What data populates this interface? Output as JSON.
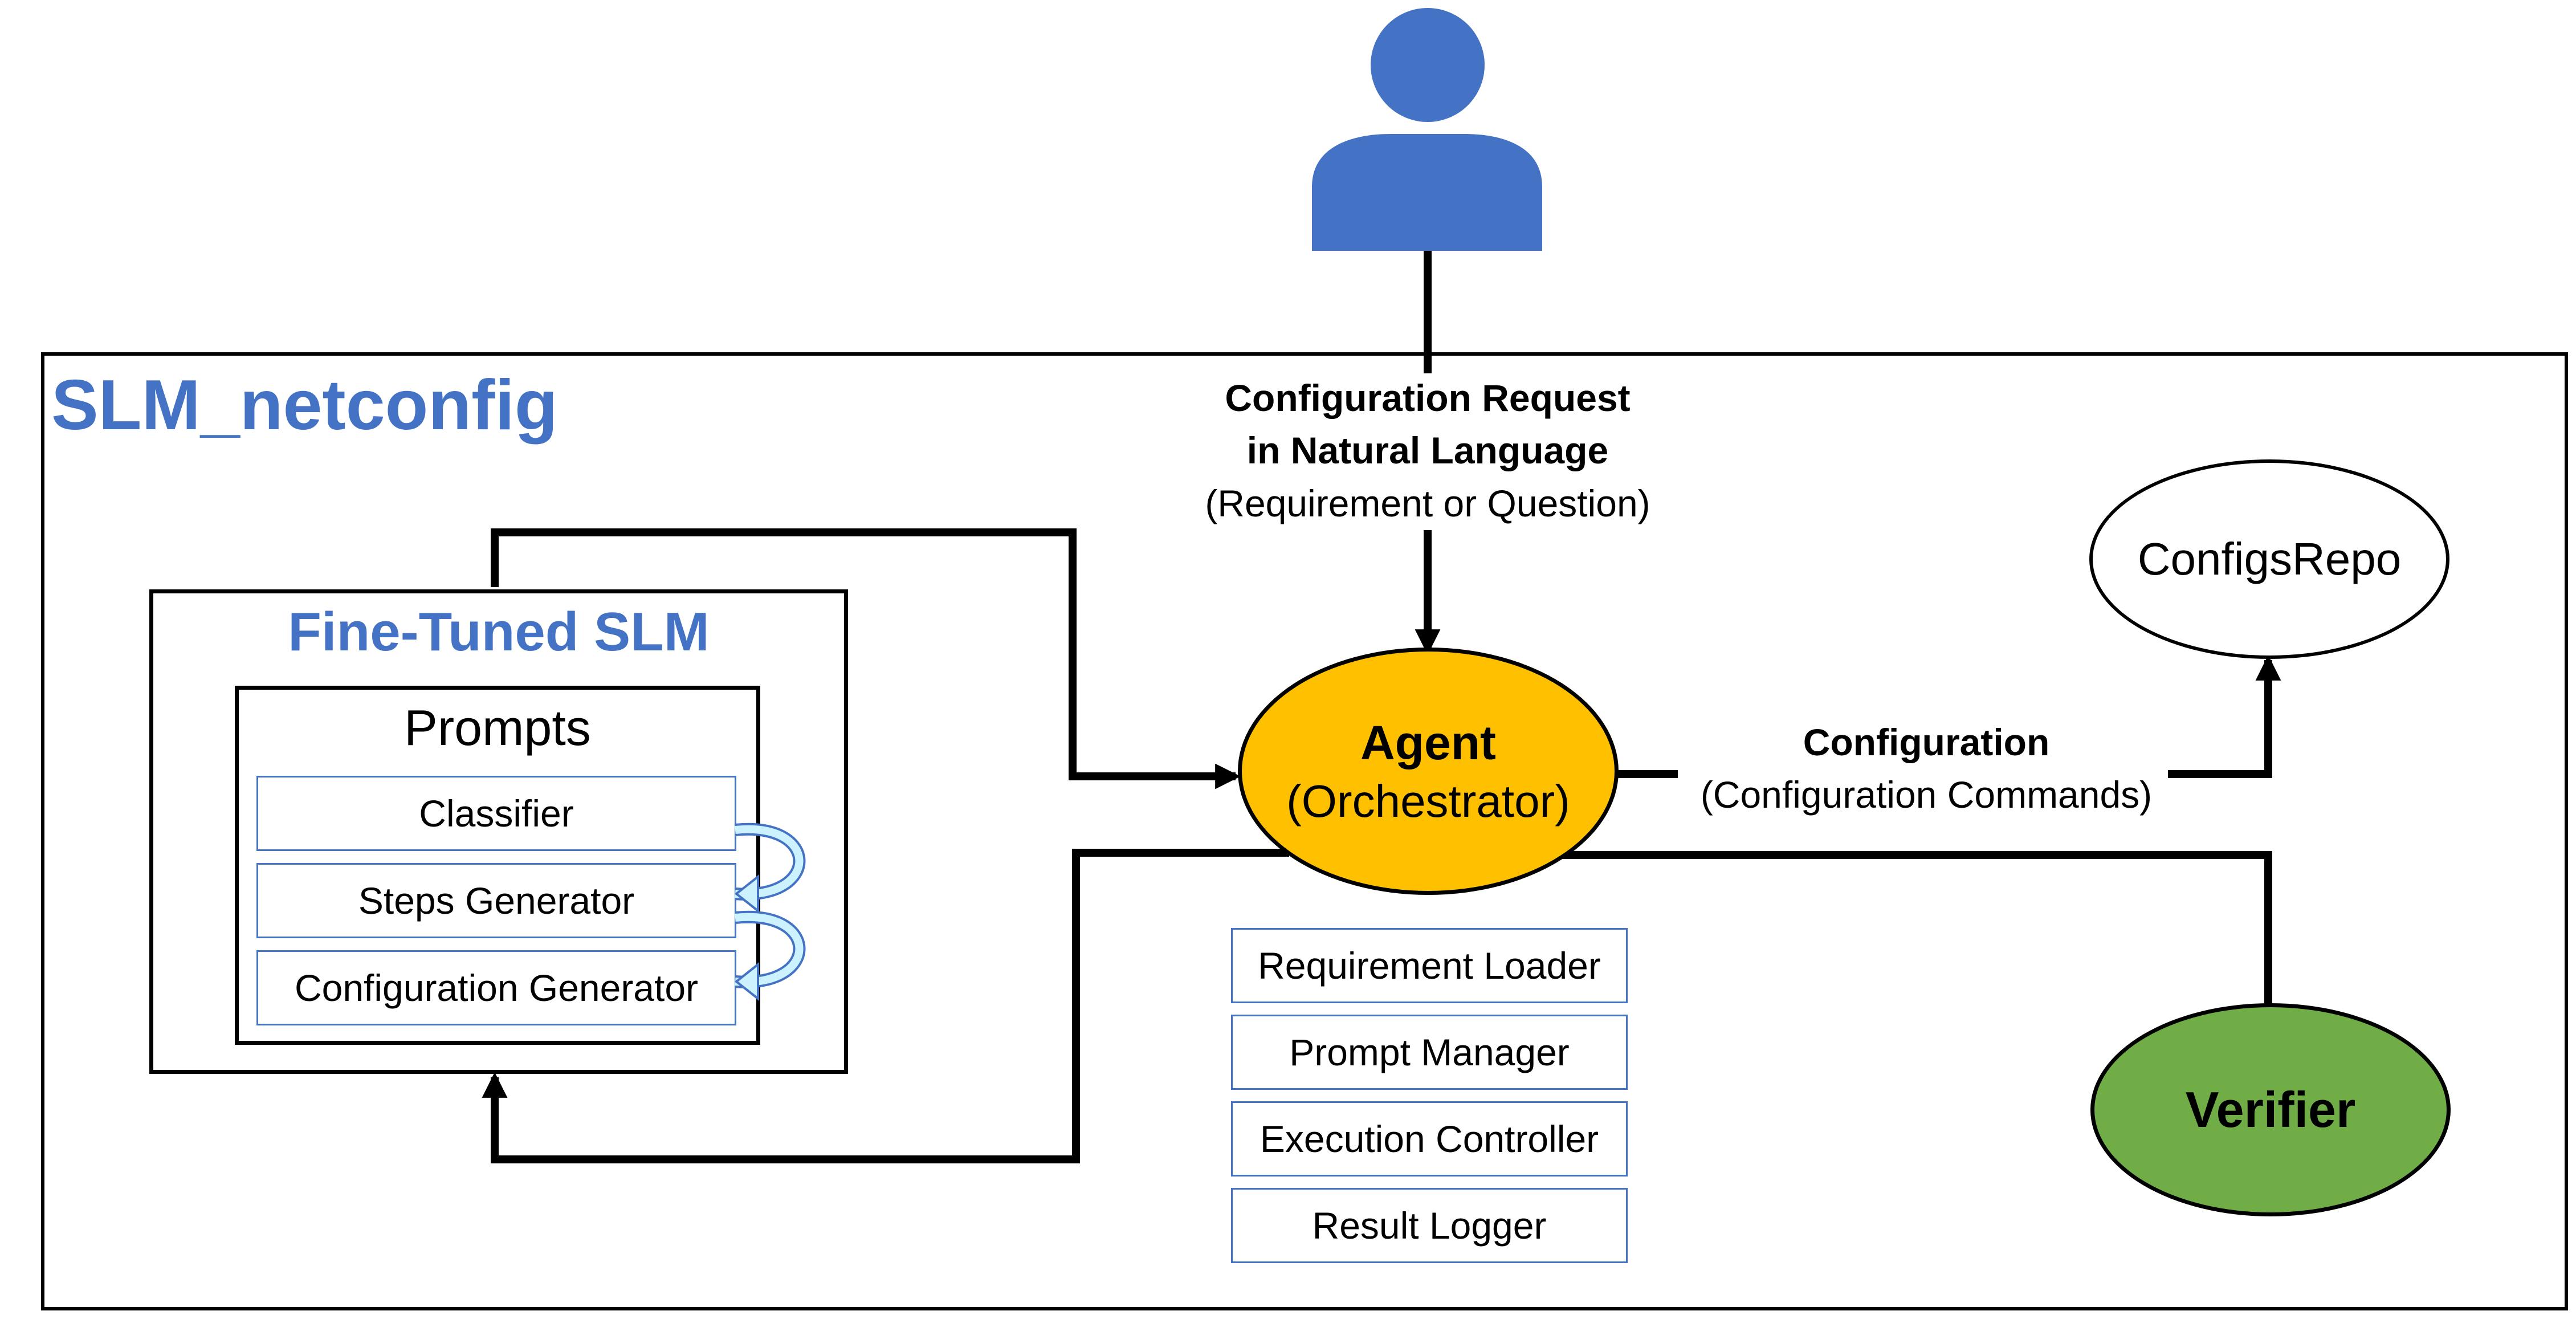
{
  "system": {
    "title": "SLM_netconfig"
  },
  "fine_tuned_slm": {
    "title": "Fine-Tuned SLM",
    "prompts": {
      "title": "Prompts",
      "items": [
        {
          "label": "Classifier"
        },
        {
          "label": "Steps Generator"
        },
        {
          "label": "Configuration Generator"
        }
      ]
    }
  },
  "agent": {
    "title": "Agent",
    "subtitle": "(Orchestrator)"
  },
  "agent_modules": [
    {
      "label": "Requirement Loader"
    },
    {
      "label": "Prompt Manager"
    },
    {
      "label": "Execution Controller"
    },
    {
      "label": "Result Logger"
    }
  ],
  "configs_repo": {
    "label": "ConfigsRepo"
  },
  "verifier": {
    "label": "Verifier"
  },
  "request_label": {
    "line1": "Configuration Request",
    "line2": "in Natural Language",
    "line3": "(Requirement or Question)"
  },
  "configuration_label": {
    "line1": "Configuration",
    "line2": "(Configuration Commands)"
  },
  "colors": {
    "accent_blue": "#4472C4",
    "agent_fill": "#FFC000",
    "verifier_fill": "#70AD47",
    "cycle_arrow_fill": "#CCF2FF",
    "cycle_arrow_stroke": "#4472C4"
  },
  "icons": {
    "user": "user-person-icon"
  }
}
